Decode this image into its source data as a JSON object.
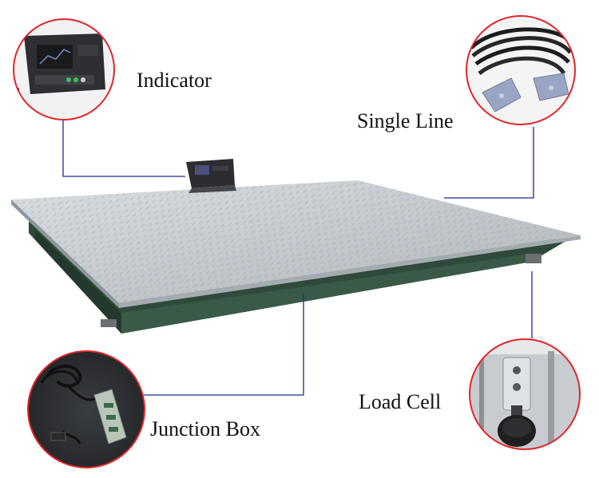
{
  "labels": {
    "indicator": "Indicator",
    "single_line": "Single Line",
    "load_cell": "Load Cell",
    "junction_box": "Junction Box"
  },
  "colors": {
    "callout_circle_border": "#e0262a",
    "leader_line": "#1f2a8a",
    "platform_top": "#c9cfd4",
    "platform_frame": "#2f4a3a"
  },
  "icons": [
    "indicator-device-icon",
    "cable-connector-icon",
    "junction-box-icon",
    "load-cell-icon"
  ]
}
